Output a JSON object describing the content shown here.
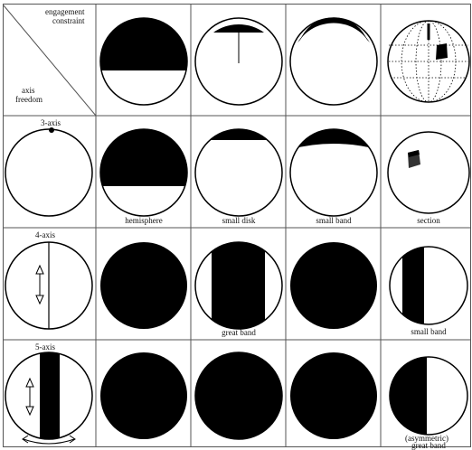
{
  "header": {
    "col_heading_line1": "engagement",
    "col_heading_line2": "constraint",
    "row_heading_line1": "axis",
    "row_heading_line2": "freedom"
  },
  "rows": {
    "r3": "3-axis",
    "r4": "4-axis",
    "r5": "5-axis"
  },
  "captions": {
    "hemisphere": "hemisphere",
    "small_disk": "small disk",
    "small_band_r3": "small band",
    "section": "section",
    "great_band": "great band",
    "small_band_r4": "small band",
    "asym_line1": "(asymmetric)",
    "asym_line2": "great band"
  },
  "colors": {
    "ink": "#000000",
    "paper": "#ffffff",
    "rule": "#555555"
  }
}
